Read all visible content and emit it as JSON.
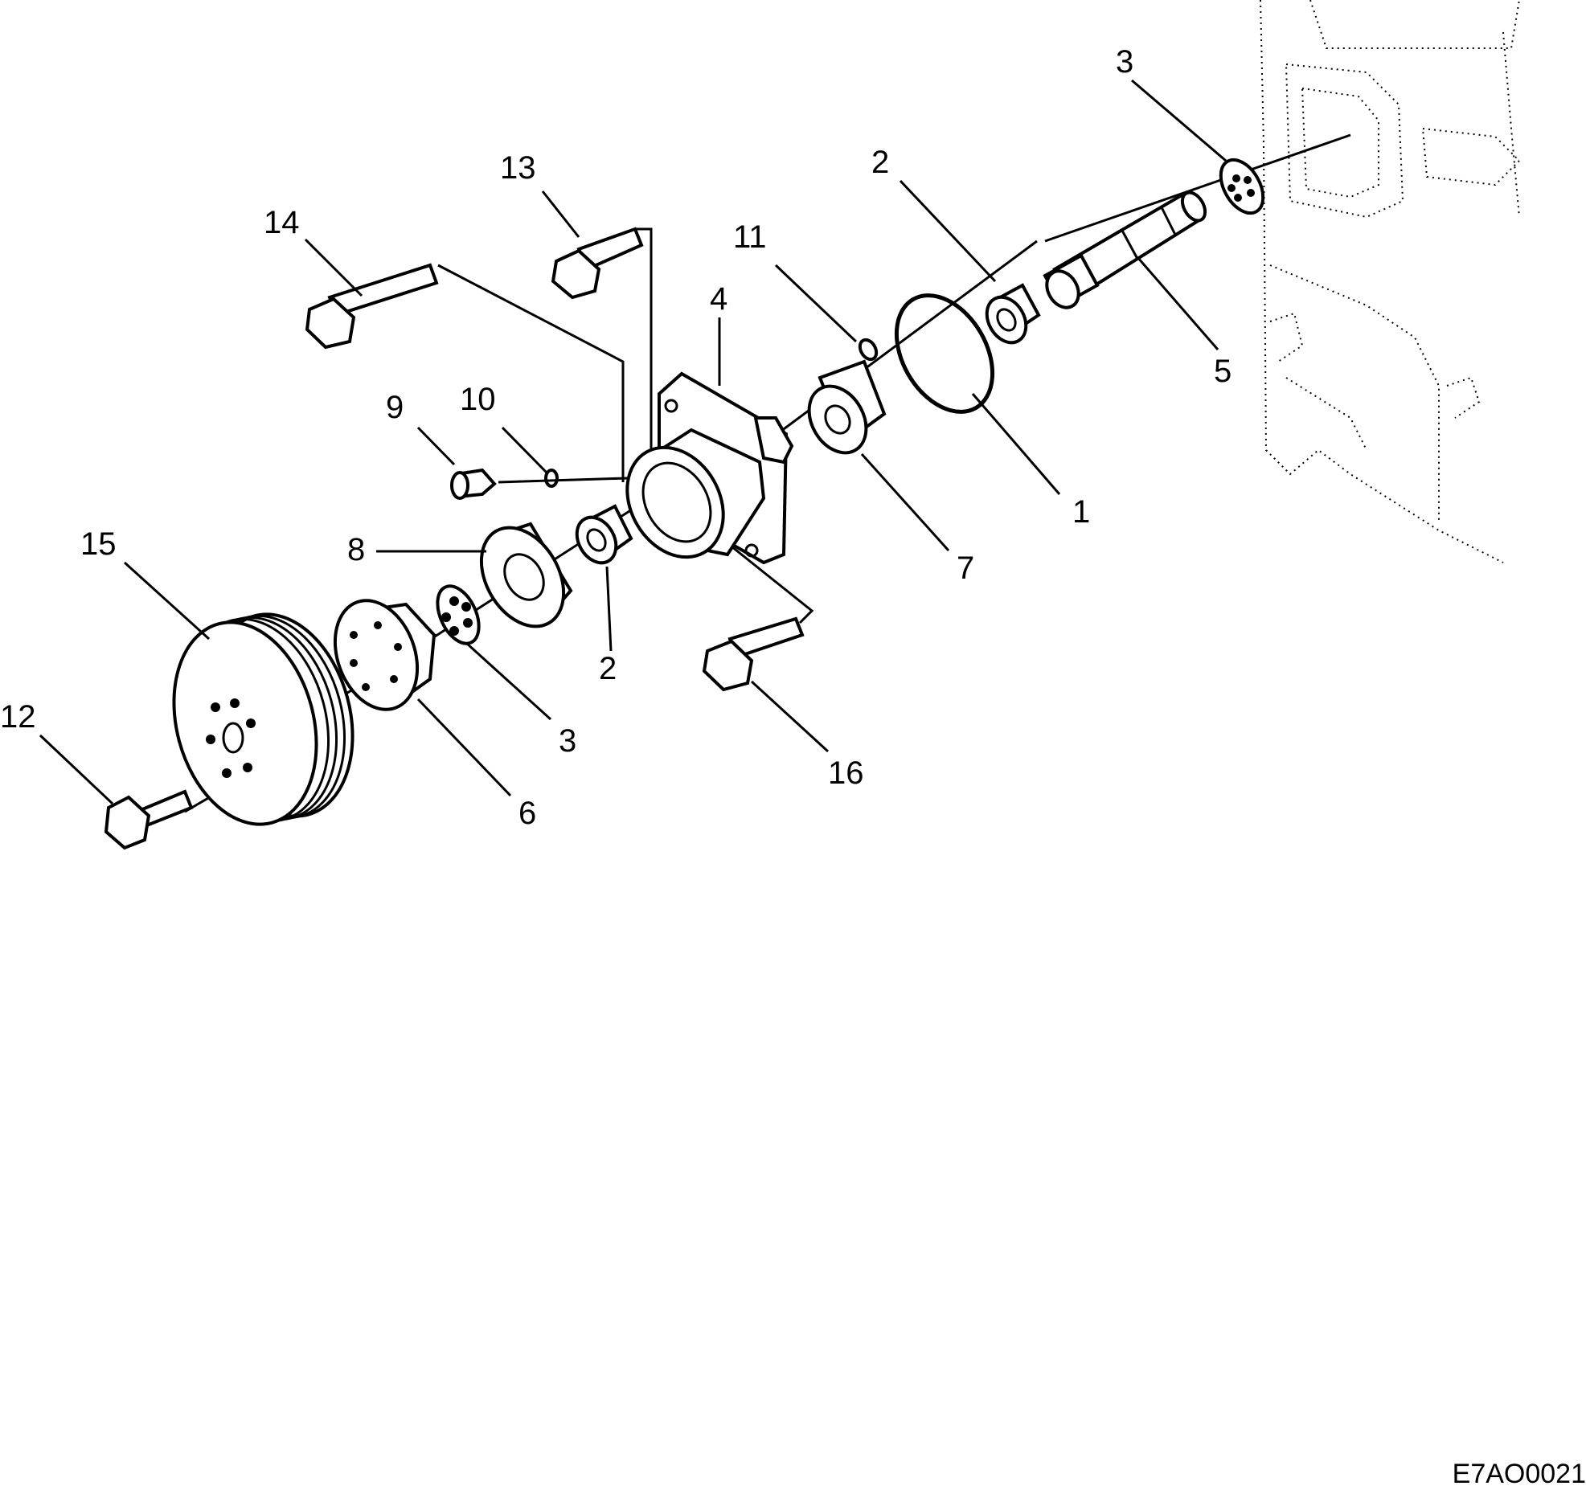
{
  "figure_code": "E7AO0021",
  "callouts": [
    {
      "id": "c1",
      "text": "1"
    },
    {
      "id": "c2a",
      "text": "2"
    },
    {
      "id": "c2b",
      "text": "2"
    },
    {
      "id": "c3a",
      "text": "3"
    },
    {
      "id": "c3b",
      "text": "3"
    },
    {
      "id": "c4",
      "text": "4"
    },
    {
      "id": "c5",
      "text": "5"
    },
    {
      "id": "c6",
      "text": "6"
    },
    {
      "id": "c7",
      "text": "7"
    },
    {
      "id": "c8",
      "text": "8"
    },
    {
      "id": "c9",
      "text": "9"
    },
    {
      "id": "c10",
      "text": "10"
    },
    {
      "id": "c11",
      "text": "11"
    },
    {
      "id": "c12",
      "text": "12"
    },
    {
      "id": "c13",
      "text": "13"
    },
    {
      "id": "c14",
      "text": "14"
    },
    {
      "id": "c15",
      "text": "15"
    },
    {
      "id": "c16",
      "text": "16"
    }
  ]
}
